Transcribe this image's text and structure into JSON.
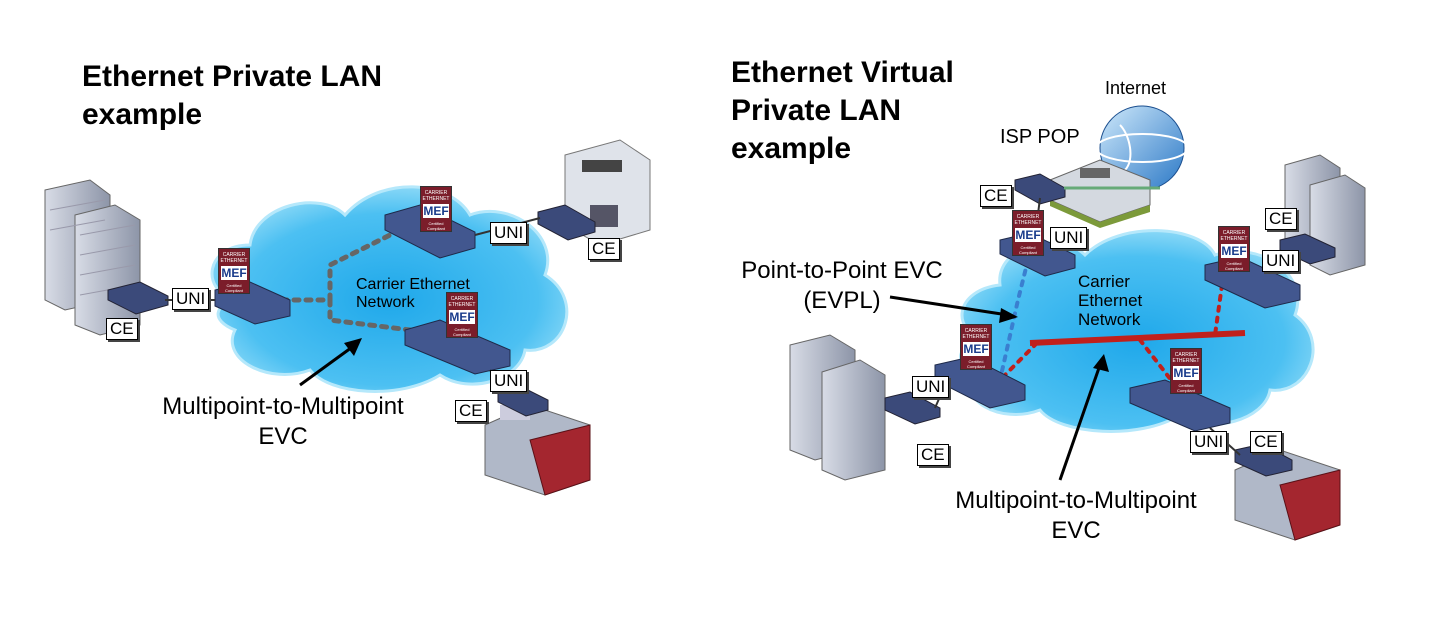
{
  "left": {
    "title": [
      "Ethernet Private LAN",
      "example"
    ],
    "cloud_label": [
      "Carrier Ethernet",
      "Network"
    ],
    "evc_label": [
      "Multipoint-to-Multipoint",
      "EVC"
    ],
    "uni_tags": [
      "UNI",
      "UNI",
      "UNI"
    ],
    "ce_tags": [
      "CE",
      "CE",
      "CE"
    ]
  },
  "right": {
    "title": [
      "Ethernet Virtual",
      "Private LAN",
      "example"
    ],
    "internet_label": "Internet",
    "isp_label": "ISP POP",
    "cloud_label": [
      "Carrier",
      "Ethernet",
      "Network"
    ],
    "p2p_label": [
      "Point-to-Point EVC",
      "(EVPL)"
    ],
    "evc_label": [
      "Multipoint-to-Multipoint",
      "EVC"
    ],
    "uni_tags": [
      "UNI",
      "UNI",
      "UNI",
      "UNI"
    ],
    "ce_tags": [
      "CE",
      "CE",
      "CE",
      "CE"
    ]
  },
  "badge": {
    "top": "CARRIER ETHERNET",
    "mid": "MEF",
    "bottom": "Certified Compliant"
  },
  "colors": {
    "cloud": "#5cc8f0",
    "cloud_edge": "#7ad6f5",
    "grey_evc": "#666666",
    "red_evc": "#c0201c",
    "blue_evc": "#3a7fd0",
    "device": "#3b4a7a",
    "badge": "#7b1d2a"
  }
}
